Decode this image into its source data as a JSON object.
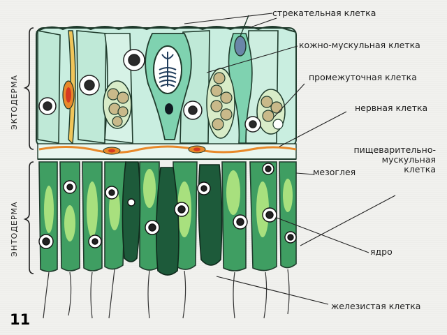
{
  "labels": {
    "cnidocyte": "стрекательная клетка",
    "epithelial_muscle": "кожно-мускульная клетка",
    "interstitial": "промежуточная клетка",
    "nerve": "нервная клетка",
    "digestive_muscle_1": "пищеварительно-",
    "digestive_muscle_2": "мускульная",
    "digestive_muscle_3": "клетка",
    "mesoglea": "мезоглея",
    "nucleus": "ядро",
    "glandular": "железистая клетка"
  },
  "side_labels": {
    "ectoderm": "ЭКТОДЕРМА",
    "endoderm": "ЭНТОДЕРМА"
  },
  "slide_number": "11",
  "colors": {
    "ectoderm_cell": "#7fd2b0",
    "ectoderm_cell_light": "#c9eee0",
    "endoderm_cell": "#3f9e62",
    "endoderm_light": "#a8e07e",
    "glandular_cell": "#1d5a3a",
    "nerve_orange": "#e8892a",
    "nerve_red": "#d43a22",
    "outline": "#1f3b2c"
  }
}
